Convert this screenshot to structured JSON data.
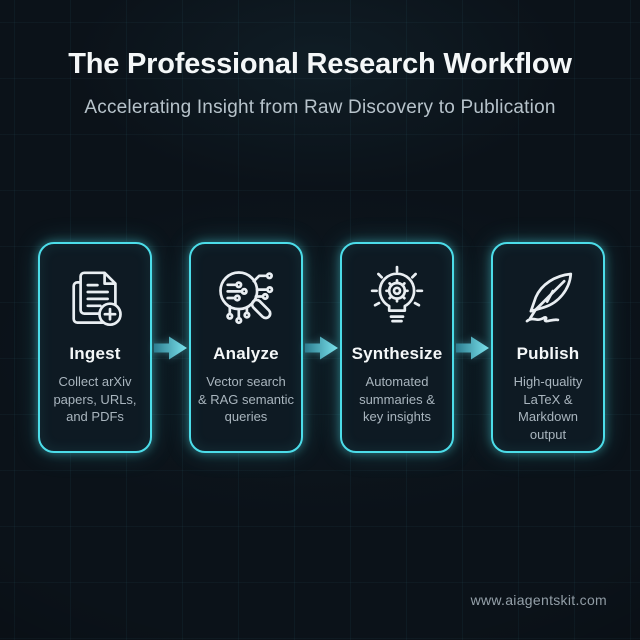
{
  "header": {
    "title": "The Professional Research Workflow",
    "subtitle": "Accelerating Insight from Raw Discovery to Publication"
  },
  "steps": [
    {
      "icon": "documents-add-icon",
      "title": "Ingest",
      "description": "Collect arXiv\npapers, URLs,\nand PDFs"
    },
    {
      "icon": "magnifier-circuit-icon",
      "title": "Analyze",
      "description": "Vector search\n& RAG semantic\nqueries"
    },
    {
      "icon": "lightbulb-gear-icon",
      "title": "Synthesize",
      "description": "Automated\nsummaries &\nkey insights"
    },
    {
      "icon": "quill-pen-icon",
      "title": "Publish",
      "description": "High-quality\nLaTeX &\nMarkdown\noutput"
    }
  ],
  "footer": {
    "website": "www.aiagentskit.com"
  },
  "colors": {
    "background": "#0b1219",
    "card_background": "#0e1a23",
    "accent_cyan": "#4cdde9",
    "arrow_gradient_start": "#2c7d90",
    "arrow_gradient_end": "#7ce4ee",
    "title_text": "#f4f7f8",
    "subtitle_text": "#b7c3cb",
    "description_text": "#a9b5be",
    "footer_text": "#95a1aa"
  }
}
